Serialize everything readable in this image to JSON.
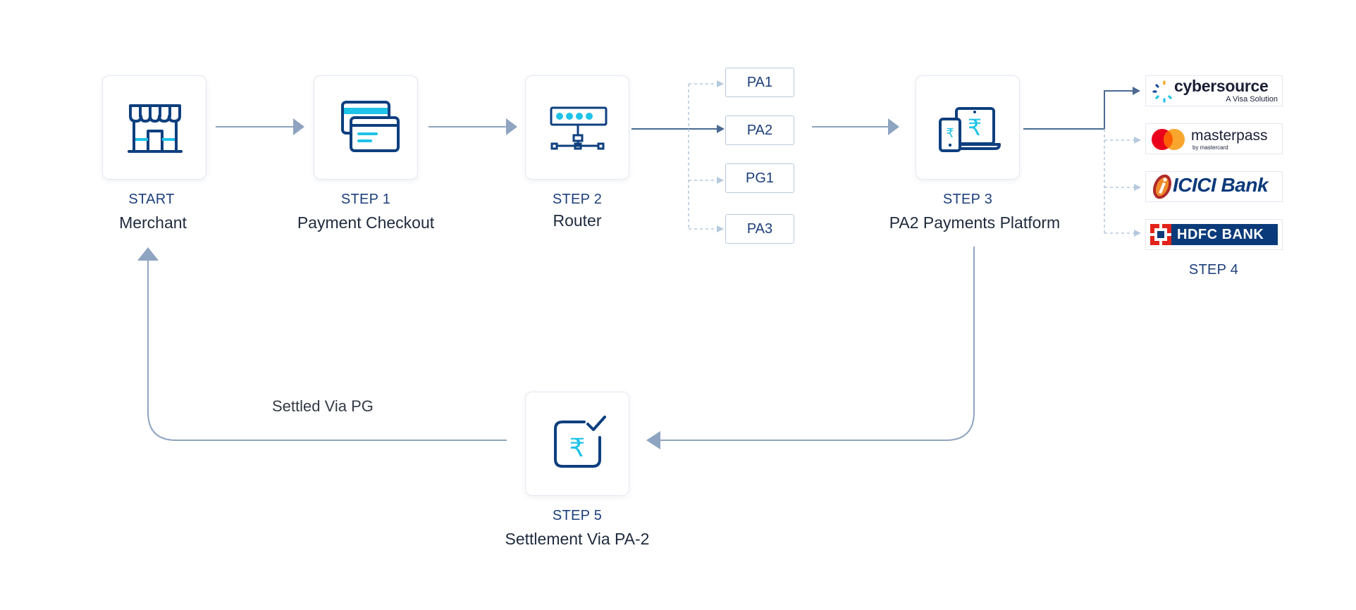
{
  "nodes": {
    "merchant": {
      "step": "START",
      "name": "Merchant"
    },
    "checkout": {
      "step": "STEP 1",
      "name": "Payment Checkout"
    },
    "router": {
      "step": "STEP 2",
      "name": "Router"
    },
    "platform": {
      "step": "STEP 3",
      "name": "PA2 Payments Platform"
    },
    "settlement": {
      "step": "STEP 5",
      "name": "Settlement Via PA-2"
    }
  },
  "router_targets": [
    "PA1",
    "PA2",
    "PG1",
    "PA3"
  ],
  "step4_label": "STEP 4",
  "processors": {
    "cybersource": {
      "name": "cybersource",
      "tagline": "A Visa Solution"
    },
    "masterpass": {
      "name": "masterpass",
      "tagline": "by mastercard"
    },
    "icici": {
      "name": "ICICI Bank"
    },
    "hdfc": {
      "name": "HDFC BANK"
    }
  },
  "settled_note": "Settled Via PG",
  "colors": {
    "primary": "#0d3f7f",
    "accent": "#1ec3e8",
    "line": "#8ea4c0",
    "dotted": "#b5c9dd"
  }
}
